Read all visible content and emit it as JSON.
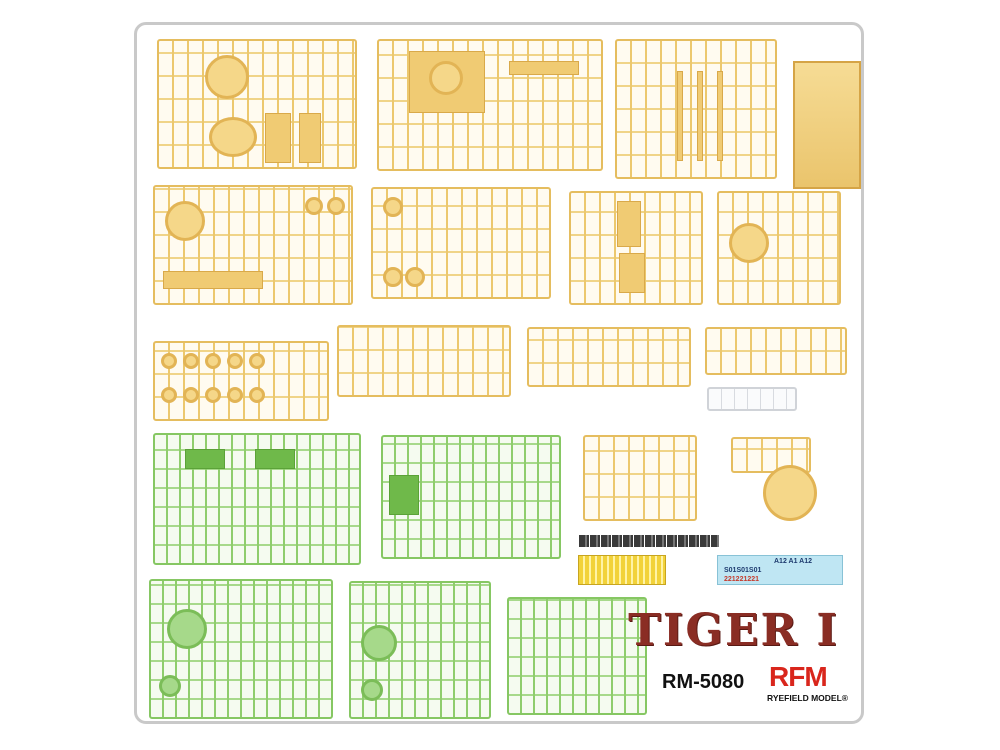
{
  "product": {
    "title": "TIGER I",
    "model_code": "RM-5080",
    "brand_mark": "RFM",
    "brand_name": "RYEFIELD MODEL®"
  },
  "decals": {
    "line1": "A12  A1  A12",
    "line2": "S01S01S01",
    "line3": "221221221"
  },
  "colors": {
    "sprue_yellow": "#e5bd5f",
    "sprue_green": "#86c763",
    "title_red": "#8a2d24",
    "brand_red": "#d9261c"
  }
}
